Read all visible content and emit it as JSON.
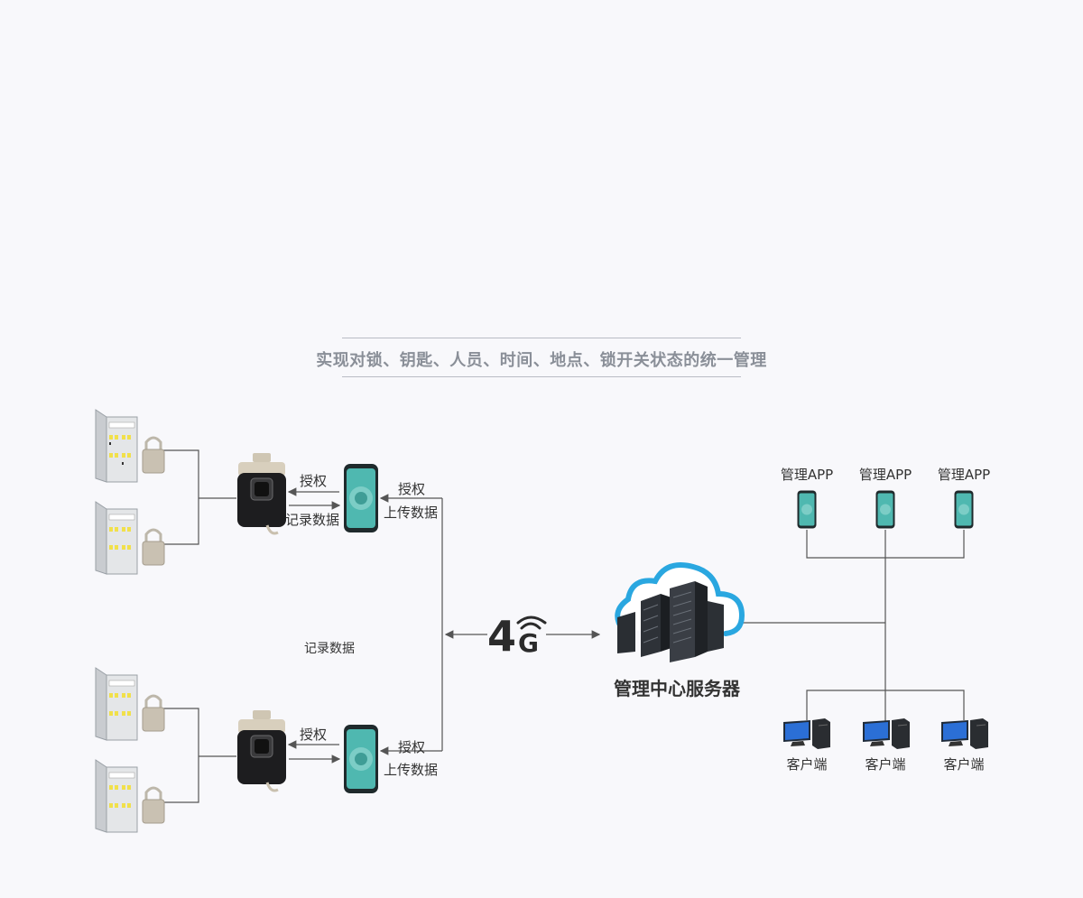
{
  "title": "实现对锁、钥匙、人员、时间、地点、锁开关状态的统一管理",
  "labels": {
    "top_key_auth": "授权",
    "top_key_record": "记录数据",
    "top_phone_auth": "授权",
    "top_phone_upload": "上传数据",
    "middle_record": "记录数据",
    "bottom_key_auth": "授权",
    "bottom_phone_auth": "授权",
    "bottom_phone_upload": "上传数据",
    "network": "4",
    "network_g": "G",
    "server": "管理中心服务器",
    "app_1": "管理APP",
    "app_2": "管理APP",
    "app_3": "管理APP",
    "client_1": "客户端",
    "client_2": "客户端",
    "client_3": "客户端"
  },
  "colors": {
    "line": "#555555",
    "phone_screen": "#4fb8b0",
    "cloud": "#2aa7e0",
    "title_text": "#8a8f98"
  }
}
